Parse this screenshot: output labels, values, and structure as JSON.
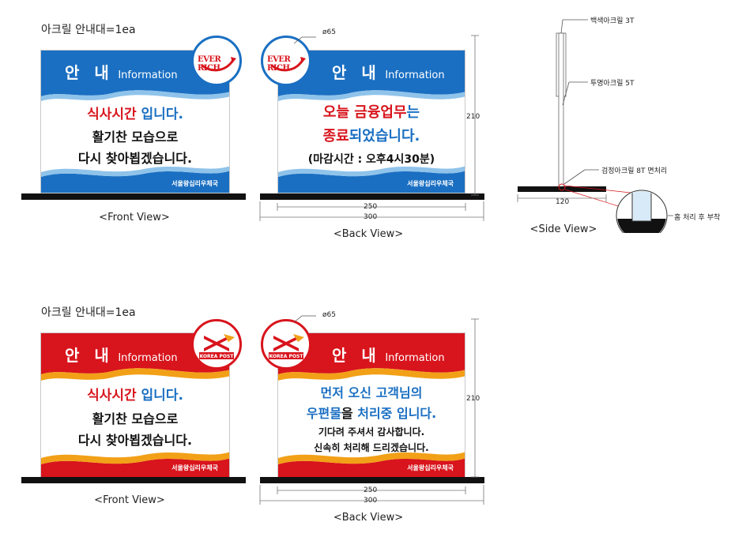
{
  "top": {
    "section_title": "아크릴 안내대=1ea",
    "header_word": "안 내",
    "header_info": "Information",
    "logo_name": "EVER RICH",
    "front": {
      "line1_red": "식사시간",
      "line1_blue": "입니다.",
      "line2": "활기찬 모습으로",
      "line3": "다시 찾아뵙겠습니다.",
      "footer": "서울왕십리우체국",
      "caption": "<Front View>"
    },
    "back": {
      "line1_red": "오늘 금융업무",
      "line1_blue": "는",
      "line2_red": "종료",
      "line2_blue": "되었습니다.",
      "line3": "(마감시간 : 오후4시30분)",
      "footer": "서울왕십리우체국",
      "caption": "<Back View>",
      "dim_circle": "ø65",
      "dim_height": "210",
      "dim_inner": "250",
      "dim_outer": "300"
    },
    "side": {
      "caption": "<Side View>",
      "label_top": "백색아크릴 3T",
      "label_mid": "투명아크릴 5T",
      "label_base": "검정아크릴 8T 면처리",
      "dim_width": "120",
      "label_detail": "홈 처리 후 부착"
    }
  },
  "bottom": {
    "section_title": "아크릴 안내대=1ea",
    "header_word": "안 내",
    "header_info": "Information",
    "logo_name": "KOREA POST",
    "front": {
      "line1_red": "식사시간",
      "line1_blue": "입니다.",
      "line2": "활기찬 모습으로",
      "line3": "다시 찾아뵙겠습니다.",
      "footer": "서울왕십리우체국",
      "caption": "<Front View>"
    },
    "back": {
      "line1": "먼저 오신 고객님의",
      "line2_blue": "우편물",
      "line2_black": "을",
      "line2_blue2": "처리중",
      "line2_blue3": "입니다.",
      "line3": "기다려 주셔서 감사합니다.",
      "line4": "신속히 처리해 드리겠습니다.",
      "footer": "서울왕십리우체국",
      "caption": "<Back View>",
      "dim_circle": "ø65",
      "dim_height": "210",
      "dim_inner": "250",
      "dim_outer": "300"
    }
  },
  "colors": {
    "blue": "#1a6fc2",
    "red": "#d8141c",
    "orange": "#f2a017",
    "black": "#111111"
  }
}
